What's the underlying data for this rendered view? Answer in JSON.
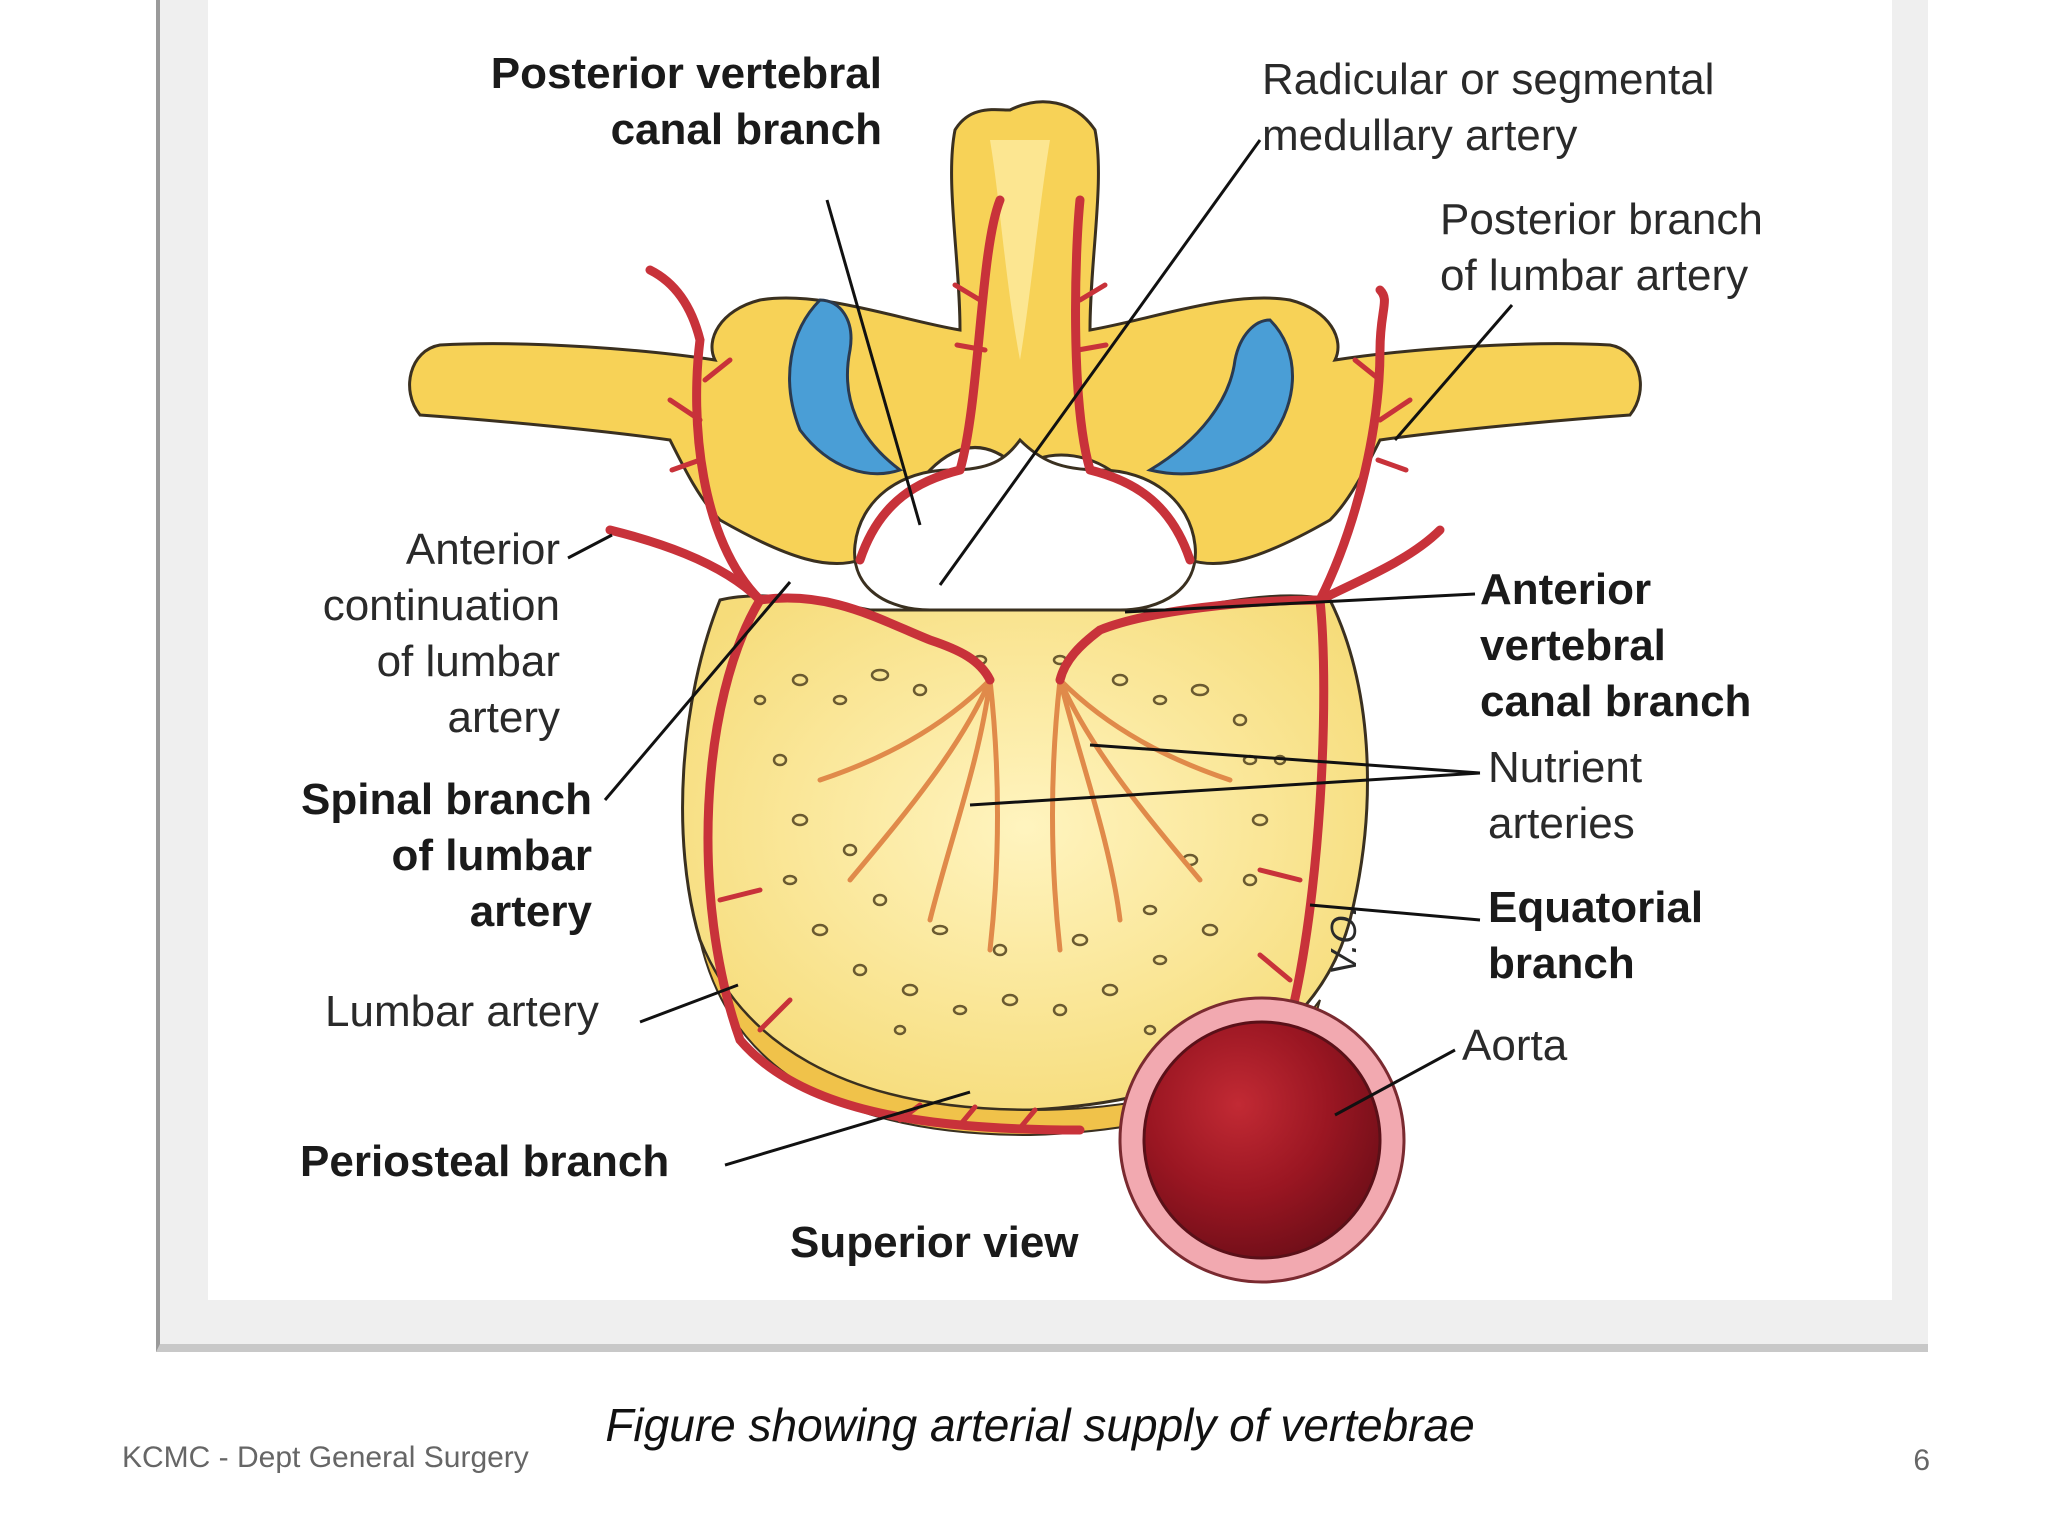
{
  "labels": {
    "posterior_vertebral_canal_branch": "Posterior vertebral\ncanal branch",
    "radicular_medullary_artery": "Radicular or segmental\nmedullary artery",
    "posterior_branch_lumbar_artery": "Posterior branch\nof lumbar artery",
    "anterior_continuation": "Anterior\ncontinuation\nof lumbar\nartery",
    "anterior_vertebral_canal_branch": "Anterior\nvertebral\ncanal branch",
    "nutrient_arteries": "Nutrient\narteries",
    "spinal_branch": "Spinal branch\nof lumbar\nartery",
    "equatorial_branch": "Equatorial\nbranch",
    "lumbar_artery": "Lumbar artery",
    "aorta": "Aorta",
    "periosteal_branch": "Periosteal branch",
    "view": "Superior view",
    "signature": "V.O."
  },
  "caption": "Figure showing arterial supply of vertebrae",
  "footer": {
    "left": "KCMC - Dept General Surgery",
    "page_number": "6"
  },
  "colors": {
    "bone": "#f7d257",
    "bone_light": "#fdeeaa",
    "artery": "#c8323a",
    "cartilage": "#4a9ed6",
    "aorta": "#9a1622"
  }
}
